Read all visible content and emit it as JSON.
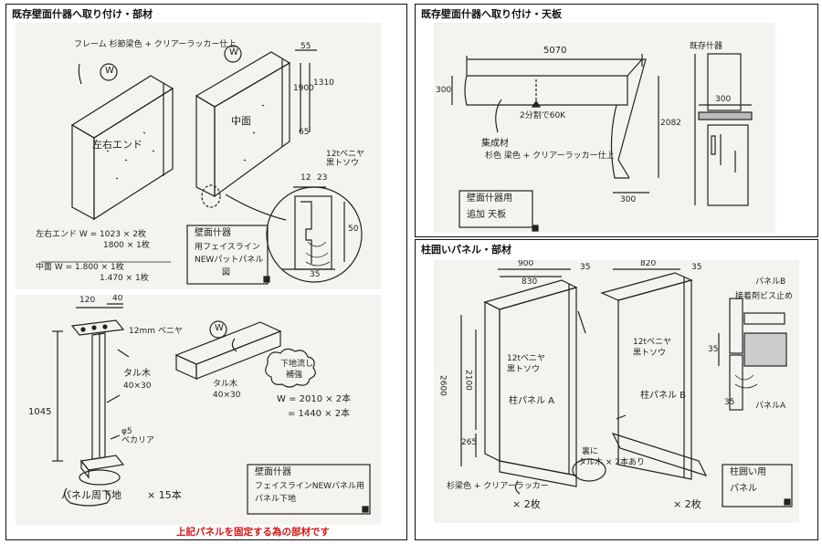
{
  "panels": {
    "left": {
      "title": "既存壁面什器へ取り付け・部材",
      "sketch_top": {
        "frame_note": "フレーム 杉節梁色 + クリアーラッカー仕上",
        "w_mark": "W",
        "label_left_end": "左右エンド",
        "label_center": "中面",
        "dim_55": "55",
        "dim_1900": "1900",
        "dim_1310": "1310",
        "dim_65": "65",
        "board_note_1": "12tベニヤ",
        "board_note_2": "黒トソウ",
        "det_12": "12",
        "det_23": "23",
        "det_50": "50",
        "det_35": "35",
        "qty_left_1": "左右エンド W = 1023 × 2枚",
        "qty_left_2": "1800 × 1枚",
        "qty_center_1": "中面 W = 1.800 × 1枚",
        "qty_center_2": "1.470 × 1枚",
        "box_1": "壁面什器",
        "box_2": "用フェイスライン",
        "box_3": "NEWパットパネル",
        "box_4": "図"
      },
      "sketch_bottom": {
        "dim_120": "120",
        "dim_40": "40",
        "plywood": "12mm ベニヤ",
        "taruki": "タル木",
        "taruki_size": "40×30",
        "dim_1045": "1045",
        "bolt_1": "φ5",
        "bolt_2": "ベカリア",
        "under_label": "パネル周下地",
        "qty_15": "× 15本",
        "w_mark": "W",
        "taruki2": "タル木",
        "taruki2_size": "40×30",
        "cloud_1": "下地流し",
        "cloud_2": "補強",
        "qty_w_1": "W = 2010 × 2本",
        "qty_w_2": "= 1440 × 2本",
        "box_1": "壁面什器",
        "box_2": "フェイスラインNEWパネル用",
        "box_3": "パネル下地"
      },
      "red_note": "上記パネルを固定する為の部材です"
    },
    "right_top": {
      "title": "既存壁面什器へ取り付け・天板",
      "dim_5070": "5070",
      "dim_300_left": "300",
      "dim_2082": "2082",
      "dim_300_bottom": "300",
      "split_note": "2分割で60K",
      "material_1": "集成材",
      "material_2": "杉色 梁色 + クリアーラッカー仕上",
      "box_1": "壁面什器用",
      "box_2": "追加 天板",
      "section_label": "既存什器",
      "section_dim": "300"
    },
    "right_bottom": {
      "title": "柱囲いパネル・部材",
      "dim_900": "900",
      "dim_830": "830",
      "dim_35_a": "35",
      "dim_820": "820",
      "dim_35_b": "35",
      "dim_2600": "2600",
      "dim_2100": "2100",
      "dim_265": "265",
      "board_a_1": "12tベニヤ",
      "board_a_2": "黒トソウ",
      "board_b_1": "12tベニヤ",
      "board_b_2": "黒トソウ",
      "panel_a": "柱パネル A",
      "panel_b": "柱パネル B",
      "frame_note": "杉梁色 + クリアーラッカー",
      "back_note_1": "裏に",
      "back_note_2": "タル木 × 2本あり",
      "qty_a": "× 2枚",
      "qty_b": "× 2枚",
      "box_1": "柱囲い用",
      "box_2": "パネル",
      "det_panel_b": "パネルB",
      "det_fix": "接着剤ビス止め",
      "det_35a": "35",
      "det_35b": "35",
      "det_panel_a": "パネルA"
    }
  }
}
